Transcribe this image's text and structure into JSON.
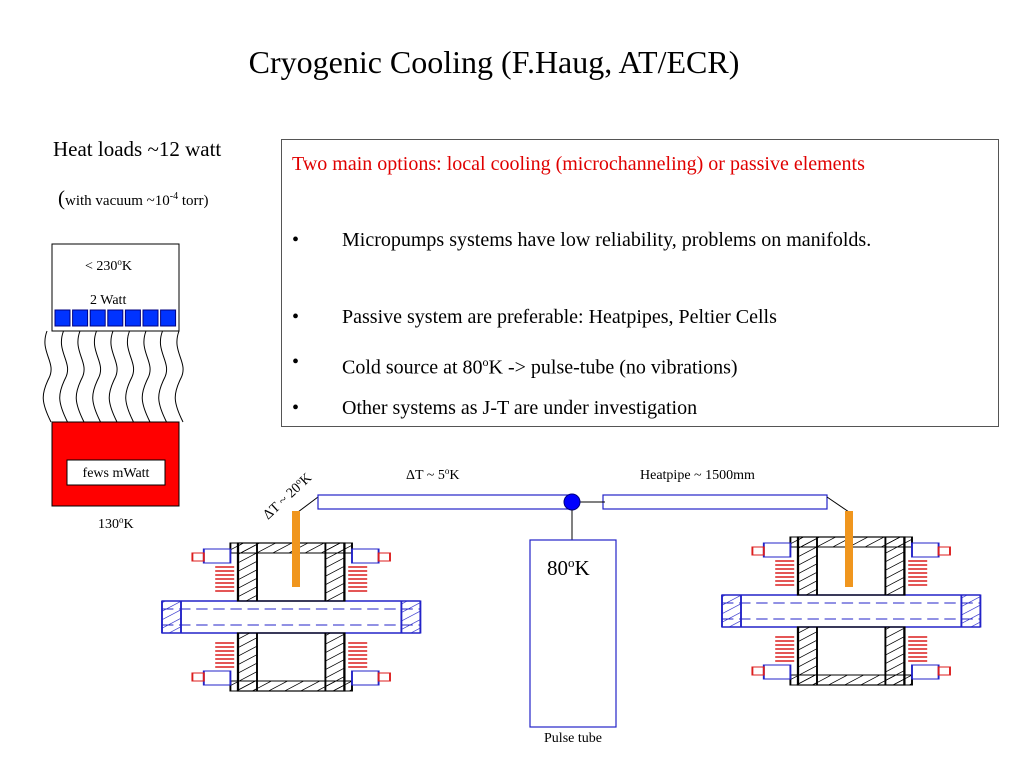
{
  "title": "Cryogenic Cooling (F.Haug, AT/ECR)",
  "left_panel": {
    "heat_loads": "Heat loads ~12 watt",
    "vacuum_open": "(",
    "vacuum_text": "with vacuum ~10",
    "vacuum_exp": "-4",
    "vacuum_unit": " torr)",
    "module_temp_text": "< 230",
    "module_temp_unit": "K",
    "module_power": "2 Watt",
    "cold_plate_label": "fews mWatt",
    "base_temp_text": "130",
    "base_temp_unit": "K",
    "degree_sup": "o"
  },
  "options_box": {
    "heading": "Two main options: local cooling (microchanneling) or passive elements",
    "bullet_symbol": "•",
    "bullets": [
      "Micropumps systems have low reliability, problems on manifolds.",
      "Passive system are preferable: Heatpipes, Peltier Cells",
      "Cold source at 80",
      "Other systems as J-T are under investigation"
    ],
    "bullet3_sup": "o",
    "bullet3_rest": "K -> pulse-tube (no vibrations)"
  },
  "diagram": {
    "dt_left_text": "ΔT ~ 20",
    "dt_left_unit": "K",
    "dt_mid_text": "ΔT ~ 5",
    "dt_mid_unit": "K",
    "heatpipe_label": "Heatpipe ~ 1500mm",
    "pulse_tube_temp_text": "80",
    "pulse_tube_temp_unit": "K",
    "pulse_tube_label": "Pulse tube",
    "degree_sup": "o"
  },
  "colors": {
    "module_blue": "#0033ff",
    "module_outline": "#000080",
    "cold_plate_red": "#ff0000",
    "heading_red": "#e00000",
    "heat_rod_orange": "#f0961e",
    "pipe_blue": "#2323c8",
    "bellows_red": "#dc1e1e",
    "node_blue": "#0000ff"
  }
}
